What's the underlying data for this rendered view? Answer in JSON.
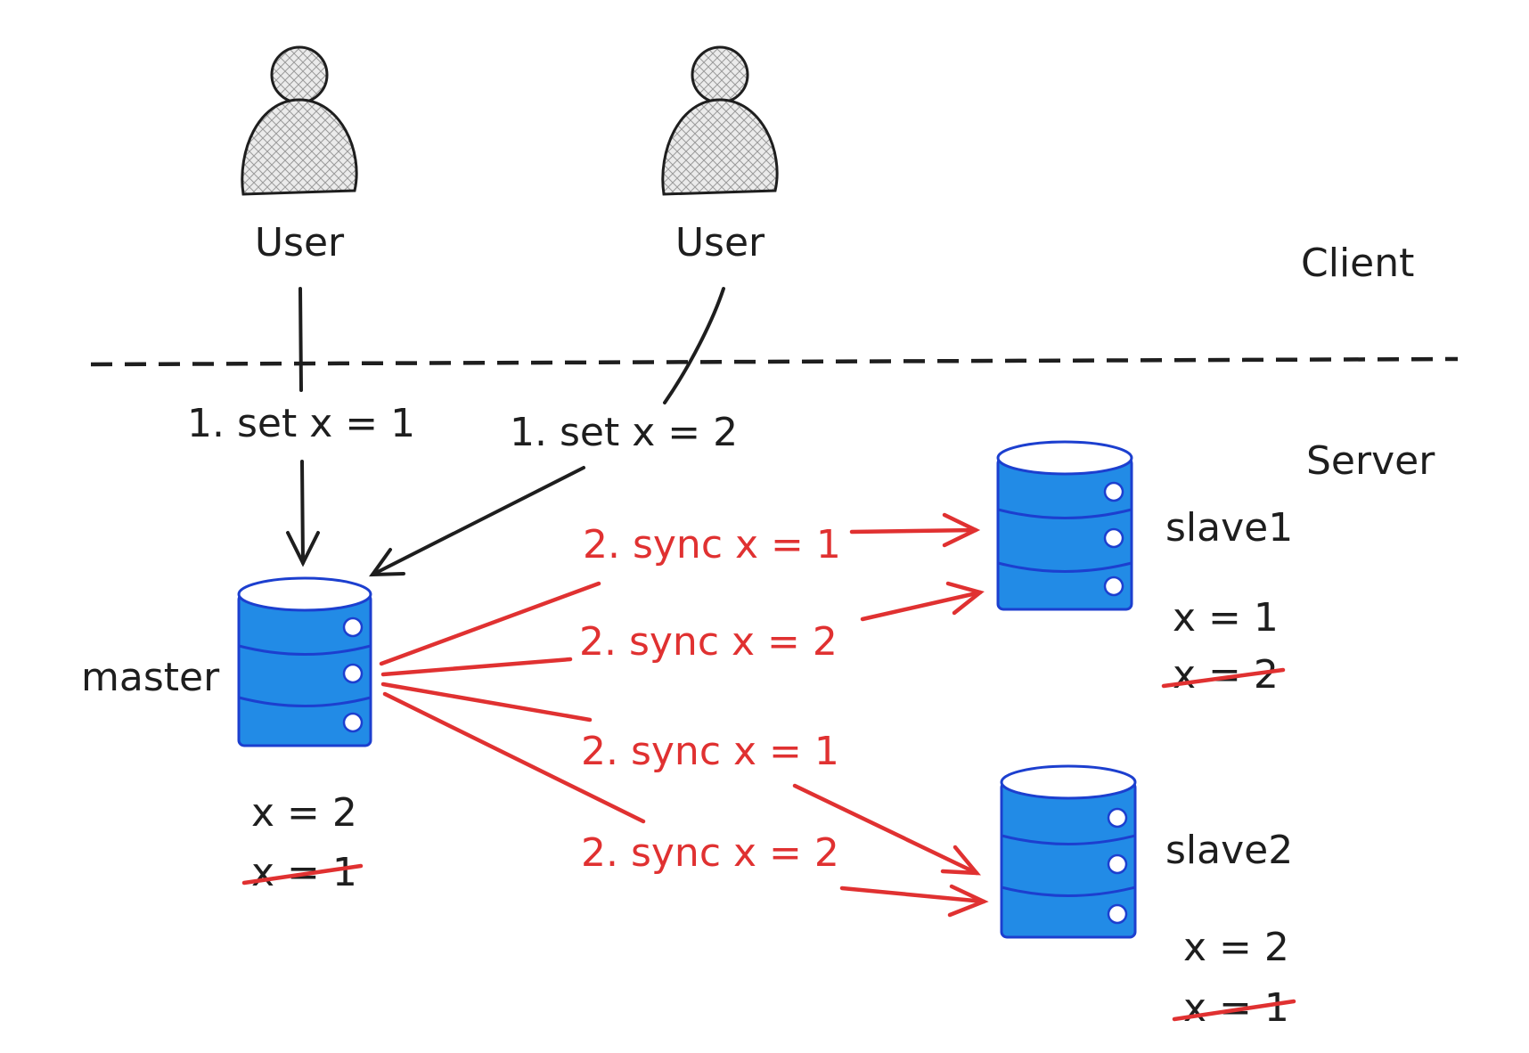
{
  "users": [
    {
      "label": "User"
    },
    {
      "label": "User"
    }
  ],
  "zones": {
    "client": "Client",
    "server": "Server"
  },
  "requests": [
    {
      "label": "1. set x = 1"
    },
    {
      "label": "1. set x = 2"
    }
  ],
  "sync": [
    {
      "label": "2. sync x = 1"
    },
    {
      "label": "2. sync x = 2"
    },
    {
      "label": "2. sync x = 1"
    },
    {
      "label": "2. sync x = 2"
    }
  ],
  "databases": {
    "master": {
      "name": "master",
      "current": "x = 2",
      "struck": "x = 1"
    },
    "slave1": {
      "name": "slave1",
      "current": "x = 1",
      "struck": "x = 2"
    },
    "slave2": {
      "name": "slave2",
      "current": "x = 2",
      "struck": "x = 1"
    }
  },
  "colors": {
    "database": "#228be6",
    "sync": "#e03131",
    "ink": "#1e1e1e"
  },
  "icons": [
    "user-icon",
    "database-icon",
    "arrow-icon"
  ]
}
